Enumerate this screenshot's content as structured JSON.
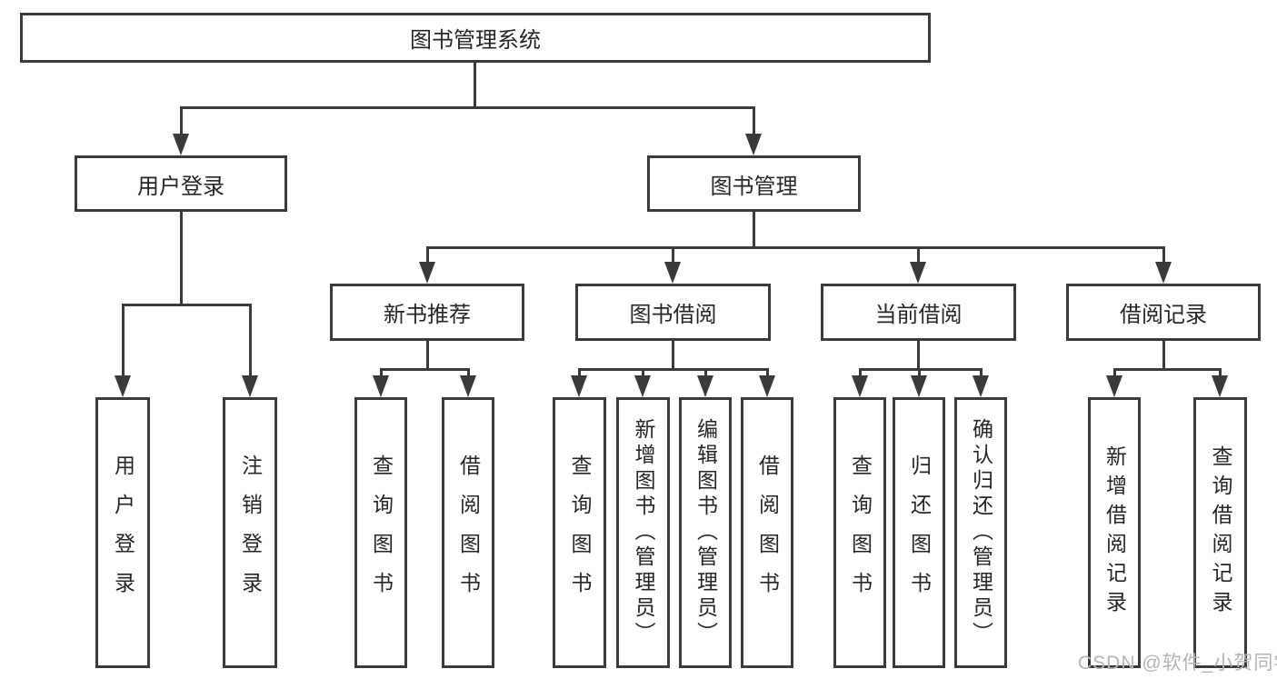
{
  "colors": {
    "line": "#3a3a3a",
    "text": "#262626",
    "watermark": "#b4b4b4",
    "bg": "#ffffff"
  },
  "nodes": {
    "root": "图书管理系统",
    "level2": [
      "用户登录",
      "图书管理"
    ],
    "level3": [
      "新书推荐",
      "图书借阅",
      "当前借阅",
      "借阅记录"
    ],
    "leafGroups": [
      {
        "parent": "用户登录",
        "children": [
          "用户登录",
          "注销登录"
        ]
      },
      {
        "parent": "新书推荐",
        "children": [
          "查询图书",
          "借阅图书"
        ]
      },
      {
        "parent": "图书借阅",
        "children": [
          "查询图书",
          "新增图书（管理员）",
          "编辑图书（管理员）",
          "借阅图书"
        ]
      },
      {
        "parent": "当前借阅",
        "children": [
          "查询图书",
          "归还图书",
          "确认归还（管理员）"
        ]
      },
      {
        "parent": "借阅记录",
        "children": [
          "新增借阅记录",
          "查询借阅记录"
        ]
      }
    ]
  },
  "watermark": {
    "text": "CSDN @软件_小贺同学"
  }
}
